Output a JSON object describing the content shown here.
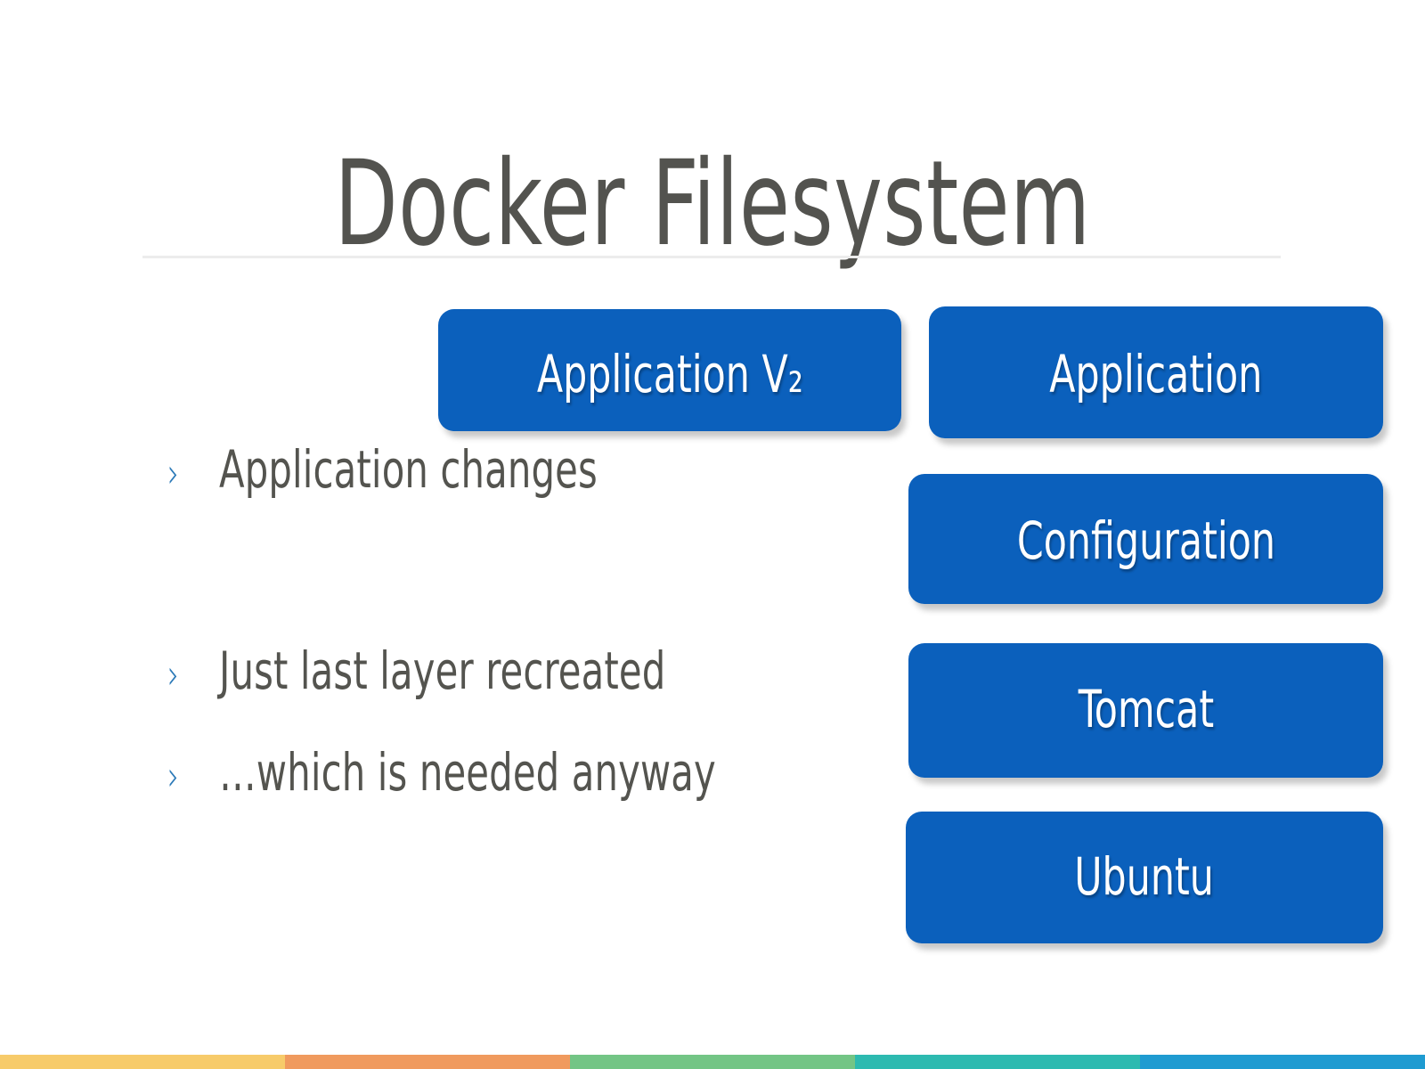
{
  "slide": {
    "title": "Docker Filesystem",
    "title_color": "#53534f",
    "background": "#ffffff",
    "divider_color": "#ececec"
  },
  "bullets": {
    "marker_glyph": "›",
    "marker_color": "#2c7ab8",
    "text_color": "#54544f",
    "items": [
      {
        "text": "Application changes"
      },
      {
        "text": "Just last layer recreated"
      },
      {
        "text": "…which is needed anyway"
      }
    ]
  },
  "diagram": {
    "box_color": "#0B60BC",
    "box_text_color": "#ffffff",
    "new_layer": {
      "label": "Application V₂"
    },
    "stack": [
      {
        "label": "Application"
      },
      {
        "label": "Configuration"
      },
      {
        "label": "Tomcat"
      },
      {
        "label": "Ubuntu"
      }
    ]
  },
  "footer": {
    "stripe_colors": [
      "#f7cb6a",
      "#f09a5e",
      "#73c585",
      "#2dbab0",
      "#1f9bd1"
    ]
  }
}
